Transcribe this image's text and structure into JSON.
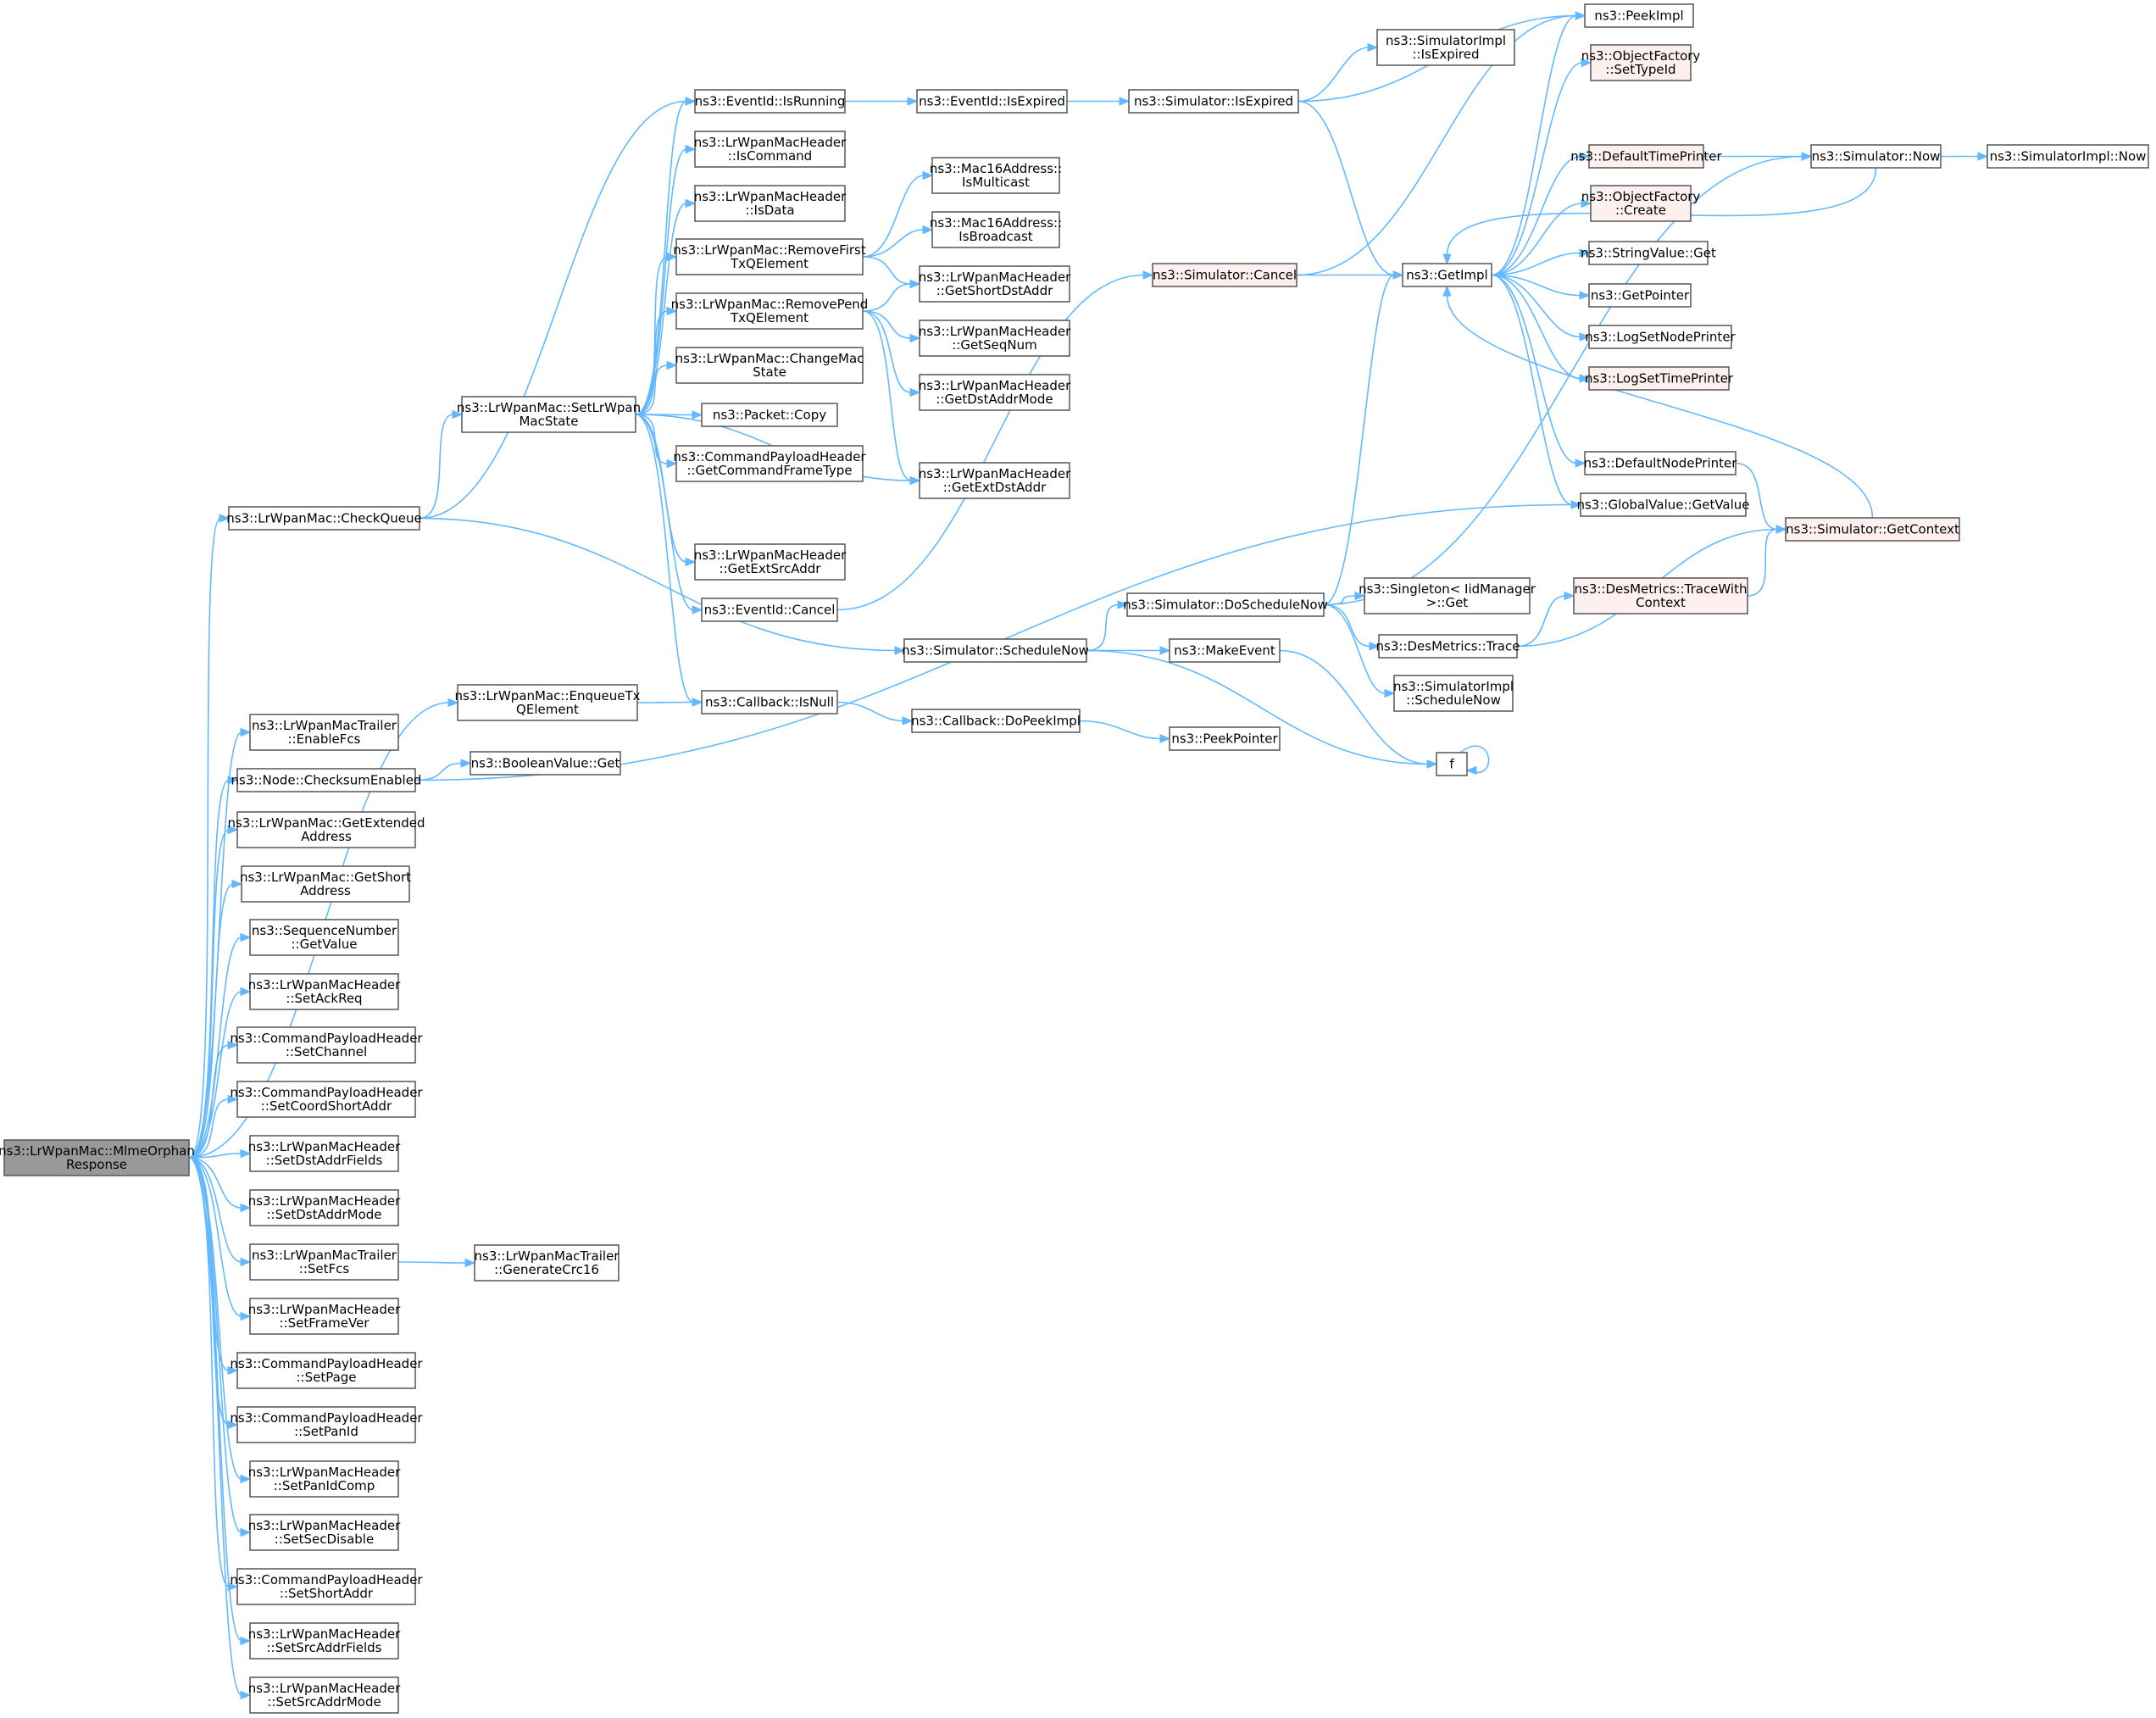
{
  "colors": {
    "edge": "#63b8ff",
    "node_fill": "#ffffff",
    "node_border": "#555555",
    "root_fill": "#999999",
    "incomplete_fill": "#fff0f0",
    "incomplete_border": "#ff0000"
  },
  "nodes": [
    {
      "id": "root",
      "lines": [
        "ns3::LrWpanMac::MlmeOrphan",
        "Response"
      ],
      "kind": "root"
    },
    {
      "id": "checkqueue",
      "lines": [
        "ns3::LrWpanMac::CheckQueue"
      ],
      "kind": "normal"
    },
    {
      "id": "enqueue",
      "lines": [
        "ns3::LrWpanMac::EnqueueTx",
        "QElement"
      ],
      "kind": "normal"
    },
    {
      "id": "enablefcs",
      "lines": [
        "ns3::LrWpanMacTrailer",
        "::EnableFcs"
      ],
      "kind": "normal"
    },
    {
      "id": "checksum",
      "lines": [
        "ns3::Node::ChecksumEnabled"
      ],
      "kind": "normal"
    },
    {
      "id": "getext",
      "lines": [
        "ns3::LrWpanMac::GetExtended",
        "Address"
      ],
      "kind": "normal"
    },
    {
      "id": "getshort",
      "lines": [
        "ns3::LrWpanMac::GetShort",
        "Address"
      ],
      "kind": "normal"
    },
    {
      "id": "seqval",
      "lines": [
        "ns3::SequenceNumber",
        "::GetValue"
      ],
      "kind": "normal"
    },
    {
      "id": "setackreq",
      "lines": [
        "ns3::LrWpanMacHeader",
        "::SetAckReq"
      ],
      "kind": "normal"
    },
    {
      "id": "setchannel",
      "lines": [
        "ns3::CommandPayloadHeader",
        "::SetChannel"
      ],
      "kind": "normal"
    },
    {
      "id": "setcoord",
      "lines": [
        "ns3::CommandPayloadHeader",
        "::SetCoordShortAddr"
      ],
      "kind": "normal"
    },
    {
      "id": "setdstfields",
      "lines": [
        "ns3::LrWpanMacHeader",
        "::SetDstAddrFields"
      ],
      "kind": "normal"
    },
    {
      "id": "setdstmode",
      "lines": [
        "ns3::LrWpanMacHeader",
        "::SetDstAddrMode"
      ],
      "kind": "normal"
    },
    {
      "id": "setfcs",
      "lines": [
        "ns3::LrWpanMacTrailer",
        "::SetFcs"
      ],
      "kind": "normal"
    },
    {
      "id": "setframever",
      "lines": [
        "ns3::LrWpanMacHeader",
        "::SetFrameVer"
      ],
      "kind": "normal"
    },
    {
      "id": "setpage",
      "lines": [
        "ns3::CommandPayloadHeader",
        "::SetPage"
      ],
      "kind": "normal"
    },
    {
      "id": "setpanid",
      "lines": [
        "ns3::CommandPayloadHeader",
        "::SetPanId"
      ],
      "kind": "normal"
    },
    {
      "id": "setpanidcomp",
      "lines": [
        "ns3::LrWpanMacHeader",
        "::SetPanIdComp"
      ],
      "kind": "normal"
    },
    {
      "id": "setsecdisable",
      "lines": [
        "ns3::LrWpanMacHeader",
        "::SetSecDisable"
      ],
      "kind": "normal"
    },
    {
      "id": "setshortaddr",
      "lines": [
        "ns3::CommandPayloadHeader",
        "::SetShortAddr"
      ],
      "kind": "normal"
    },
    {
      "id": "setsrcfields",
      "lines": [
        "ns3::LrWpanMacHeader",
        "::SetSrcAddrFields"
      ],
      "kind": "normal"
    },
    {
      "id": "setsrcmode",
      "lines": [
        "ns3::LrWpanMacHeader",
        "::SetSrcAddrMode"
      ],
      "kind": "normal"
    },
    {
      "id": "setstate",
      "lines": [
        "ns3::LrWpanMac::SetLrWpan",
        "MacState"
      ],
      "kind": "normal"
    },
    {
      "id": "schednow",
      "lines": [
        "ns3::Simulator::ScheduleNow"
      ],
      "kind": "normal"
    },
    {
      "id": "isnull",
      "lines": [
        "ns3::Callback::IsNull"
      ],
      "kind": "normal"
    },
    {
      "id": "boolget",
      "lines": [
        "ns3::BooleanValue::Get"
      ],
      "kind": "normal"
    },
    {
      "id": "gencrc",
      "lines": [
        "ns3::LrWpanMacTrailer",
        "::GenerateCrc16"
      ],
      "kind": "normal"
    },
    {
      "id": "isrunning",
      "lines": [
        "ns3::EventId::IsRunning"
      ],
      "kind": "normal"
    },
    {
      "id": "iscommand",
      "lines": [
        "ns3::LrWpanMacHeader",
        "::IsCommand"
      ],
      "kind": "normal"
    },
    {
      "id": "isdata",
      "lines": [
        "ns3::LrWpanMacHeader",
        "::IsData"
      ],
      "kind": "normal"
    },
    {
      "id": "removefirst",
      "lines": [
        "ns3::LrWpanMac::RemoveFirst",
        "TxQElement"
      ],
      "kind": "normal"
    },
    {
      "id": "removepend",
      "lines": [
        "ns3::LrWpanMac::RemovePend",
        "TxQElement"
      ],
      "kind": "normal"
    },
    {
      "id": "changemac",
      "lines": [
        "ns3::LrWpanMac::ChangeMac",
        "State"
      ],
      "kind": "normal"
    },
    {
      "id": "pktcopy",
      "lines": [
        "ns3::Packet::Copy"
      ],
      "kind": "normal"
    },
    {
      "id": "getcmdtype",
      "lines": [
        "ns3::CommandPayloadHeader",
        "::GetCommandFrameType"
      ],
      "kind": "normal"
    },
    {
      "id": "getextsrc",
      "lines": [
        "ns3::LrWpanMacHeader",
        "::GetExtSrcAddr"
      ],
      "kind": "normal"
    },
    {
      "id": "evcancel",
      "lines": [
        "ns3::EventId::Cancel"
      ],
      "kind": "normal"
    },
    {
      "id": "evisexpired",
      "lines": [
        "ns3::EventId::IsExpired"
      ],
      "kind": "normal"
    },
    {
      "id": "ismulticast",
      "lines": [
        "ns3::Mac16Address::",
        "IsMulticast"
      ],
      "kind": "normal"
    },
    {
      "id": "isbroadcast",
      "lines": [
        "ns3::Mac16Address::",
        "IsBroadcast"
      ],
      "kind": "normal"
    },
    {
      "id": "getshortdst",
      "lines": [
        "ns3::LrWpanMacHeader",
        "::GetShortDstAddr"
      ],
      "kind": "normal"
    },
    {
      "id": "getseqnum",
      "lines": [
        "ns3::LrWpanMacHeader",
        "::GetSeqNum"
      ],
      "kind": "normal"
    },
    {
      "id": "getdstmode",
      "lines": [
        "ns3::LrWpanMacHeader",
        "::GetDstAddrMode"
      ],
      "kind": "normal"
    },
    {
      "id": "getextdst",
      "lines": [
        "ns3::LrWpanMacHeader",
        "::GetExtDstAddr"
      ],
      "kind": "normal"
    },
    {
      "id": "dopeek",
      "lines": [
        "ns3::Callback::DoPeekImpl"
      ],
      "kind": "normal"
    },
    {
      "id": "peekptr",
      "lines": [
        "ns3::PeekPointer"
      ],
      "kind": "normal"
    },
    {
      "id": "simisexpired",
      "lines": [
        "ns3::Simulator::IsExpired"
      ],
      "kind": "normal"
    },
    {
      "id": "simcancel",
      "lines": [
        "ns3::Simulator::Cancel"
      ],
      "kind": "incomplete"
    },
    {
      "id": "doschednow",
      "lines": [
        "ns3::Simulator::DoScheduleNow"
      ],
      "kind": "normal"
    },
    {
      "id": "makeevent",
      "lines": [
        "ns3::MakeEvent"
      ],
      "kind": "normal"
    },
    {
      "id": "f",
      "lines": [
        "f"
      ],
      "kind": "normal"
    },
    {
      "id": "implisexpired",
      "lines": [
        "ns3::SimulatorImpl",
        "::IsExpired"
      ],
      "kind": "normal"
    },
    {
      "id": "getimpl",
      "lines": [
        "ns3::GetImpl"
      ],
      "kind": "normal"
    },
    {
      "id": "singleton",
      "lines": [
        "ns3::Singleton< IidManager",
        ">::Get"
      ],
      "kind": "normal"
    },
    {
      "id": "desmtrace",
      "lines": [
        "ns3::DesMetrics::Trace"
      ],
      "kind": "normal"
    },
    {
      "id": "implschednow",
      "lines": [
        "ns3::SimulatorImpl",
        "::ScheduleNow"
      ],
      "kind": "normal"
    },
    {
      "id": "peekimpl",
      "lines": [
        "ns3::PeekImpl"
      ],
      "kind": "normal"
    },
    {
      "id": "settypeid",
      "lines": [
        "ns3::ObjectFactory",
        "::SetTypeId"
      ],
      "kind": "incomplete"
    },
    {
      "id": "deftimeprinter",
      "lines": [
        "ns3::DefaultTimePrinter"
      ],
      "kind": "incomplete"
    },
    {
      "id": "objcreate",
      "lines": [
        "ns3::ObjectFactory",
        "::Create"
      ],
      "kind": "incomplete"
    },
    {
      "id": "stringget",
      "lines": [
        "ns3::StringValue::Get"
      ],
      "kind": "normal"
    },
    {
      "id": "getpointer",
      "lines": [
        "ns3::GetPointer"
      ],
      "kind": "normal"
    },
    {
      "id": "logsetnode",
      "lines": [
        "ns3::LogSetNodePrinter"
      ],
      "kind": "normal"
    },
    {
      "id": "logsettime",
      "lines": [
        "ns3::LogSetTimePrinter"
      ],
      "kind": "incomplete"
    },
    {
      "id": "defnodeprinter",
      "lines": [
        "ns3::DefaultNodePrinter"
      ],
      "kind": "normal"
    },
    {
      "id": "gvgetvalue",
      "lines": [
        "ns3::GlobalValue::GetValue"
      ],
      "kind": "normal"
    },
    {
      "id": "tracewith",
      "lines": [
        "ns3::DesMetrics::TraceWith",
        "Context"
      ],
      "kind": "incomplete"
    },
    {
      "id": "simnow",
      "lines": [
        "ns3::Simulator::Now"
      ],
      "kind": "normal"
    },
    {
      "id": "getcontext",
      "lines": [
        "ns3::Simulator::GetContext"
      ],
      "kind": "incomplete"
    },
    {
      "id": "implnow",
      "lines": [
        "ns3::SimulatorImpl::Now"
      ],
      "kind": "normal"
    }
  ],
  "edges": [
    [
      "root",
      "checkqueue"
    ],
    [
      "root",
      "enqueue"
    ],
    [
      "root",
      "enablefcs"
    ],
    [
      "root",
      "checksum"
    ],
    [
      "root",
      "getext"
    ],
    [
      "root",
      "getshort"
    ],
    [
      "root",
      "seqval"
    ],
    [
      "root",
      "setackreq"
    ],
    [
      "root",
      "setchannel"
    ],
    [
      "root",
      "setcoord"
    ],
    [
      "root",
      "setdstfields"
    ],
    [
      "root",
      "setdstmode"
    ],
    [
      "root",
      "setfcs"
    ],
    [
      "root",
      "setframever"
    ],
    [
      "root",
      "setpage"
    ],
    [
      "root",
      "setpanid"
    ],
    [
      "root",
      "setpanidcomp"
    ],
    [
      "root",
      "setsecdisable"
    ],
    [
      "root",
      "setshortaddr"
    ],
    [
      "root",
      "setsrcfields"
    ],
    [
      "root",
      "setsrcmode"
    ],
    [
      "checkqueue",
      "isrunning"
    ],
    [
      "checkqueue",
      "setstate"
    ],
    [
      "checkqueue",
      "schednow"
    ],
    [
      "enqueue",
      "isnull"
    ],
    [
      "checksum",
      "boolget"
    ],
    [
      "checksum",
      "gvgetvalue"
    ],
    [
      "setfcs",
      "gencrc"
    ],
    [
      "setstate",
      "isrunning"
    ],
    [
      "setstate",
      "iscommand"
    ],
    [
      "setstate",
      "isdata"
    ],
    [
      "setstate",
      "removefirst"
    ],
    [
      "setstate",
      "removepend"
    ],
    [
      "setstate",
      "changemac"
    ],
    [
      "setstate",
      "pktcopy"
    ],
    [
      "setstate",
      "getcmdtype"
    ],
    [
      "setstate",
      "getextdst"
    ],
    [
      "setstate",
      "getextsrc"
    ],
    [
      "setstate",
      "evcancel"
    ],
    [
      "setstate",
      "isnull"
    ],
    [
      "isrunning",
      "evisexpired"
    ],
    [
      "removefirst",
      "ismulticast"
    ],
    [
      "removefirst",
      "isbroadcast"
    ],
    [
      "removefirst",
      "getshortdst"
    ],
    [
      "removepend",
      "getshortdst"
    ],
    [
      "removepend",
      "getseqnum"
    ],
    [
      "removepend",
      "getdstmode"
    ],
    [
      "removepend",
      "getextdst"
    ],
    [
      "evcancel",
      "simcancel"
    ],
    [
      "schednow",
      "doschednow"
    ],
    [
      "schednow",
      "makeevent"
    ],
    [
      "schednow",
      "f"
    ],
    [
      "isnull",
      "dopeek"
    ],
    [
      "dopeek",
      "peekptr"
    ],
    [
      "evisexpired",
      "simisexpired"
    ],
    [
      "simisexpired",
      "implisexpired"
    ],
    [
      "simisexpired",
      "peekimpl"
    ],
    [
      "simisexpired",
      "getimpl"
    ],
    [
      "simcancel",
      "peekimpl"
    ],
    [
      "simcancel",
      "getimpl"
    ],
    [
      "doschednow",
      "getimpl"
    ],
    [
      "doschednow",
      "simnow"
    ],
    [
      "doschednow",
      "singleton"
    ],
    [
      "doschednow",
      "desmtrace"
    ],
    [
      "doschednow",
      "implschednow"
    ],
    [
      "makeevent",
      "f"
    ],
    [
      "f",
      "f"
    ],
    [
      "getimpl",
      "peekimpl"
    ],
    [
      "getimpl",
      "settypeid"
    ],
    [
      "getimpl",
      "deftimeprinter"
    ],
    [
      "getimpl",
      "objcreate"
    ],
    [
      "getimpl",
      "stringget"
    ],
    [
      "getimpl",
      "getpointer"
    ],
    [
      "getimpl",
      "logsetnode"
    ],
    [
      "getimpl",
      "logsettime"
    ],
    [
      "getimpl",
      "defnodeprinter"
    ],
    [
      "getimpl",
      "gvgetvalue"
    ],
    [
      "desmtrace",
      "tracewith"
    ],
    [
      "desmtrace",
      "getcontext"
    ],
    [
      "deftimeprinter",
      "simnow"
    ],
    [
      "simnow",
      "getimpl"
    ],
    [
      "simnow",
      "implnow"
    ],
    [
      "tracewith",
      "getcontext"
    ],
    [
      "defnodeprinter",
      "getcontext"
    ],
    [
      "getcontext",
      "getimpl"
    ]
  ]
}
